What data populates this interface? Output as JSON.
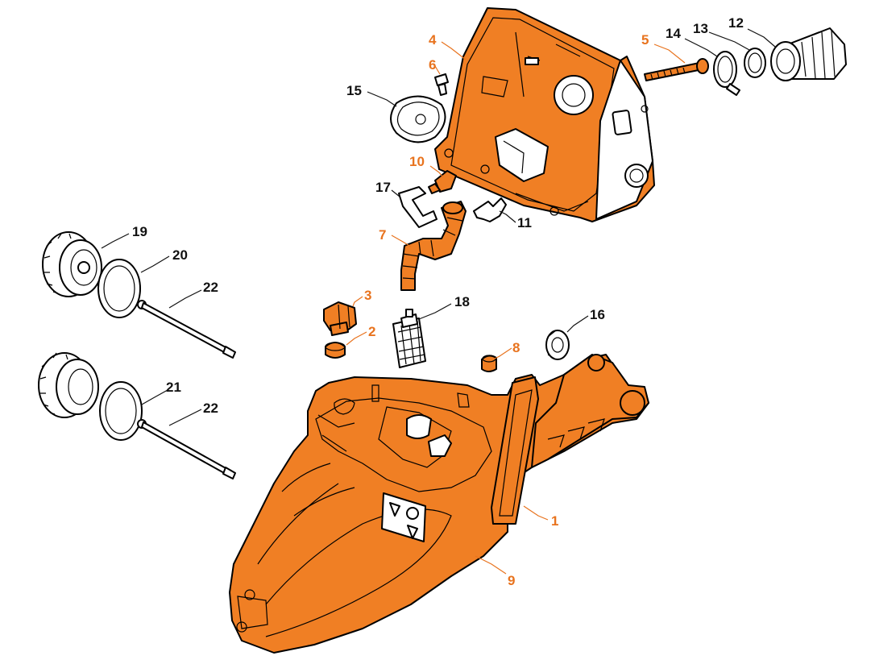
{
  "colors": {
    "highlight": "#f07f24",
    "highlight_text": "#e8731e",
    "outline": "#000000",
    "label": "#111111",
    "background": "#ffffff",
    "part_fill_plain": "#ffffff"
  },
  "callouts": [
    {
      "id": "1",
      "text": "1",
      "highlighted": true
    },
    {
      "id": "2",
      "text": "2",
      "highlighted": true
    },
    {
      "id": "3",
      "text": "3",
      "highlighted": true
    },
    {
      "id": "4",
      "text": "4",
      "highlighted": true
    },
    {
      "id": "5",
      "text": "5",
      "highlighted": true
    },
    {
      "id": "6",
      "text": "6",
      "highlighted": true
    },
    {
      "id": "7",
      "text": "7",
      "highlighted": true
    },
    {
      "id": "8",
      "text": "8",
      "highlighted": true
    },
    {
      "id": "9",
      "text": "9",
      "highlighted": true
    },
    {
      "id": "10",
      "text": "10",
      "highlighted": true
    },
    {
      "id": "11",
      "text": "11",
      "highlighted": false
    },
    {
      "id": "12",
      "text": "12",
      "highlighted": false
    },
    {
      "id": "13",
      "text": "13",
      "highlighted": false
    },
    {
      "id": "14",
      "text": "14",
      "highlighted": false
    },
    {
      "id": "15",
      "text": "15",
      "highlighted": false
    },
    {
      "id": "16",
      "text": "16",
      "highlighted": false
    },
    {
      "id": "17",
      "text": "17",
      "highlighted": false
    },
    {
      "id": "18",
      "text": "18",
      "highlighted": false
    },
    {
      "id": "19",
      "text": "19",
      "highlighted": false
    },
    {
      "id": "20",
      "text": "20",
      "highlighted": false
    },
    {
      "id": "21",
      "text": "21",
      "highlighted": false
    },
    {
      "id": "22a",
      "text": "22",
      "highlighted": false
    },
    {
      "id": "22b",
      "text": "22",
      "highlighted": false
    }
  ]
}
